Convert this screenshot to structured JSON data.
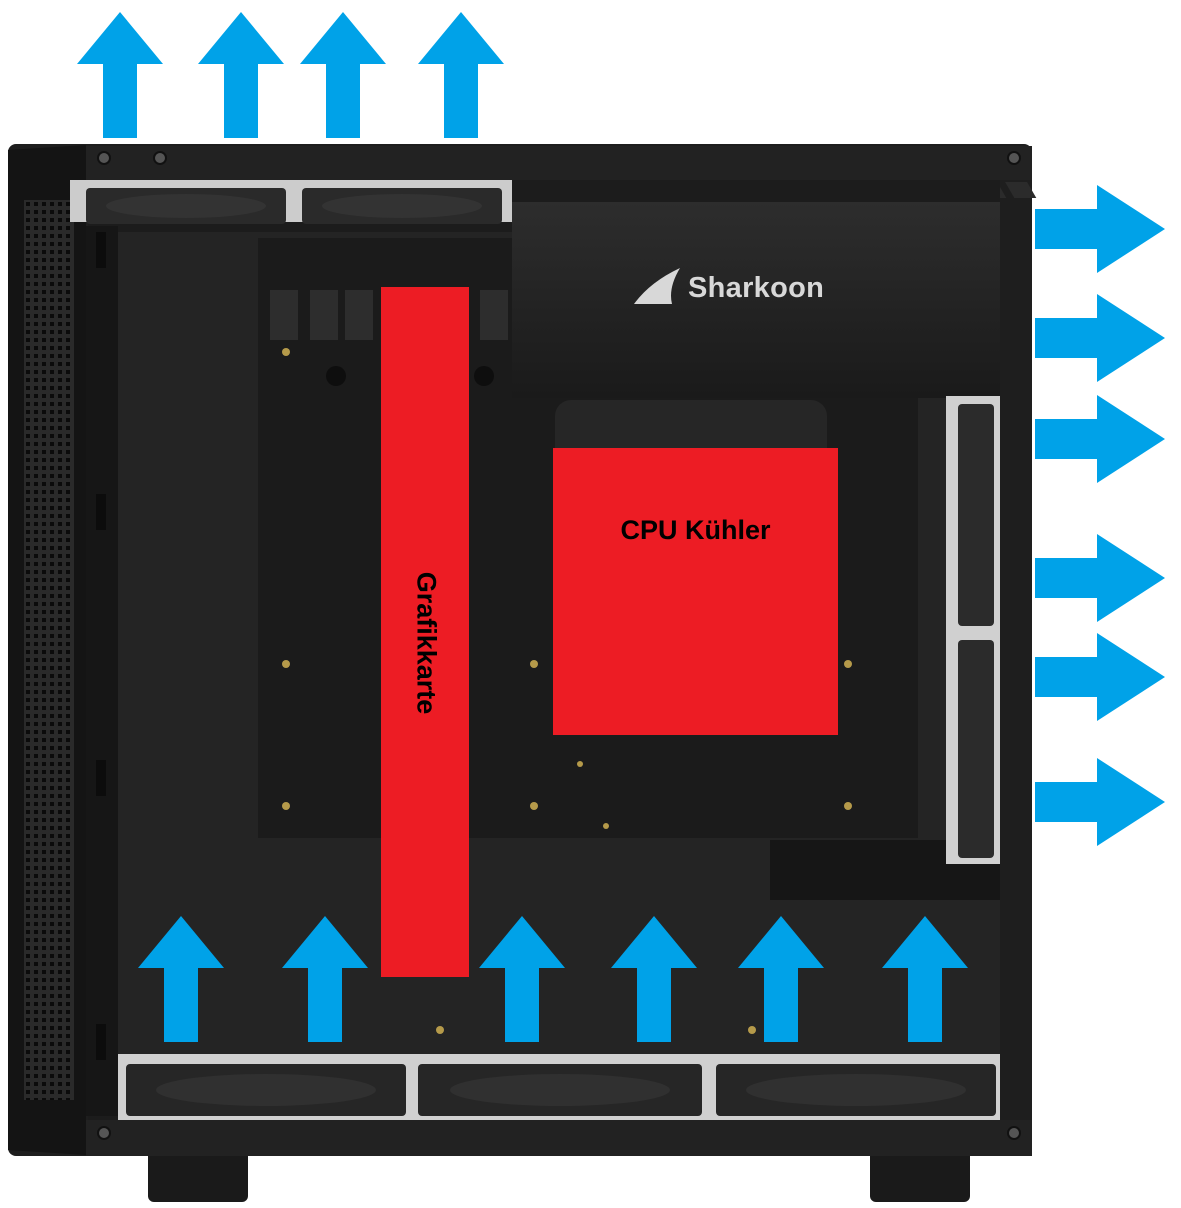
{
  "brand": {
    "name": "Sharkoon"
  },
  "components": {
    "cpu_cooler": {
      "label": "CPU Kühler",
      "color": "#ed1c24"
    },
    "graphics_card": {
      "label": "Grafikkarte",
      "color": "#ed1c24"
    }
  },
  "airflow": {
    "arrow_color": "#00a2e8",
    "top_exhaust_count": 4,
    "rear_exhaust_count": 6,
    "bottom_intake_count": 6
  },
  "colors": {
    "case_body": "#1f1f1f",
    "case_panel": "#151515",
    "case_inner": "#232323",
    "mesh": "#121212"
  }
}
